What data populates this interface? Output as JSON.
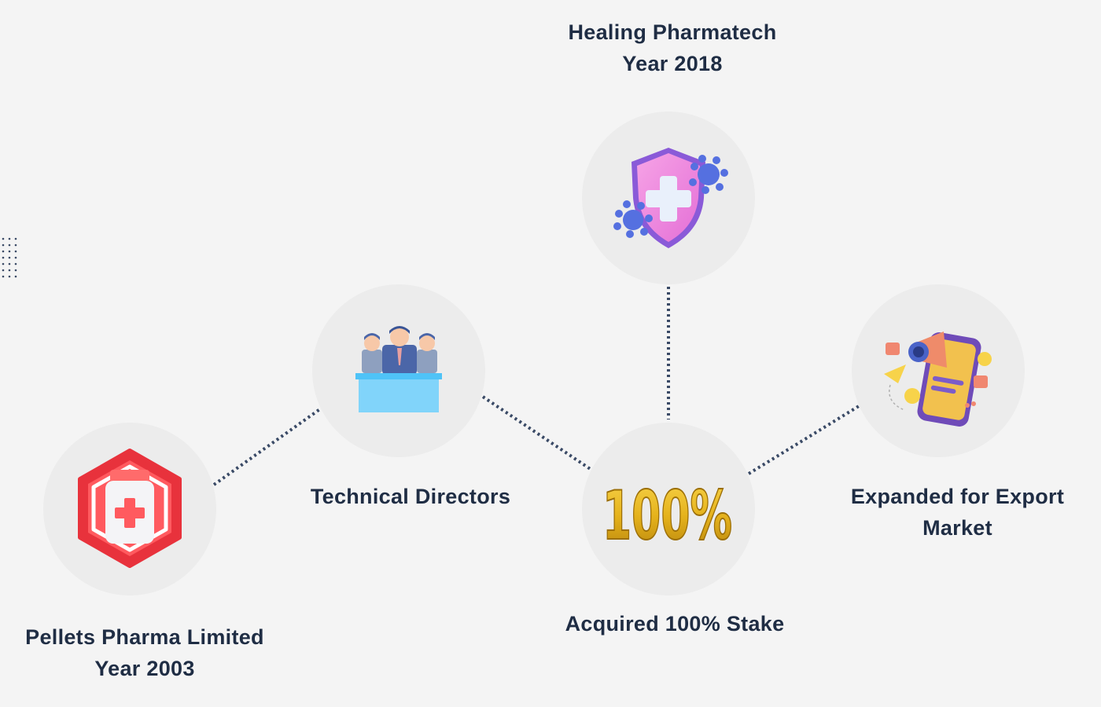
{
  "nodes": {
    "healing": {
      "title": "Healing Pharmatech",
      "year": "Year 2018",
      "icon": "shield-virus-icon"
    },
    "technical": {
      "title": "Technical Directors",
      "icon": "directors-panel-icon"
    },
    "pellets": {
      "title": "Pellets Pharma Limited",
      "year": "Year 2003",
      "icon": "medicine-bottle-icon"
    },
    "acquired": {
      "title": "Acquired 100% Stake",
      "icon": "hundred-percent-icon",
      "graphic_text": "100%"
    },
    "export": {
      "line1": "Expanded for Export",
      "line2": "Market",
      "icon": "megaphone-phone-icon"
    }
  },
  "colors": {
    "background": "#f4f4f4",
    "circle": "#ececec",
    "text": "#1f2d44",
    "connector": "#3a4a66"
  }
}
